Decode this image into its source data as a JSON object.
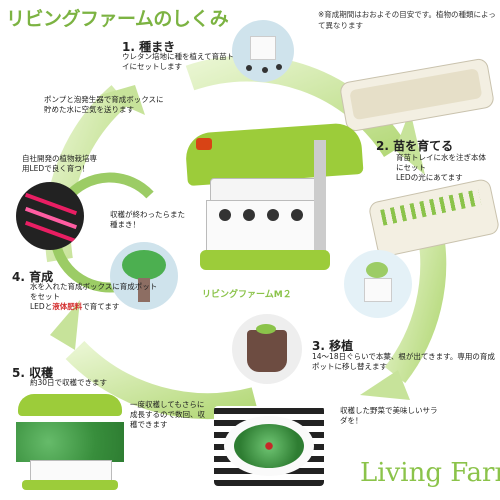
{
  "title": "リビングファームのしくみ",
  "note": "※育成期間はおおよその目安です。植物の種類によって異なります",
  "steps": [
    {
      "heading": "1. 種まき",
      "desc": "ウレタン培地に種を植えて育苗トレイにセットします"
    },
    {
      "heading": "2. 苗を育てる",
      "desc_plain": "育苗トレイに水を注ぎ本体にセット",
      "desc_led": "LEDの光にあてます"
    },
    {
      "heading": "3. 移植",
      "desc": "14～18日ぐらいで本葉、根が出てきます。専用の育成ポットに移し替えます"
    },
    {
      "heading": "4. 育成",
      "desc_a": "水を入れた育成ボックスに育成ポットをセット",
      "desc_b_pre": "LEDと",
      "desc_b_red": "液体肥料",
      "desc_b_post": "で育てます"
    },
    {
      "heading": "5. 収穫",
      "desc": "約30日で収穫できます"
    }
  ],
  "pump_text": "ポンプと泡発生器で育成ボックスに貯めた水に空気を送ります",
  "led_text": "自社開発の植物栽培専用LEDで良く育つ！",
  "center_text": "収穫が終わったらまた種まき！",
  "product_name": "リビングファームM２",
  "regrow_text": "一度収穫してもさらに成長するので数回、収穫できます",
  "salad_text": "収穫した野菜で美味しいサラダを！",
  "brand": "Living Farm",
  "colors": {
    "green": "#7cb342",
    "light_green": "#c5e1a5",
    "red": "#d32f2f"
  }
}
